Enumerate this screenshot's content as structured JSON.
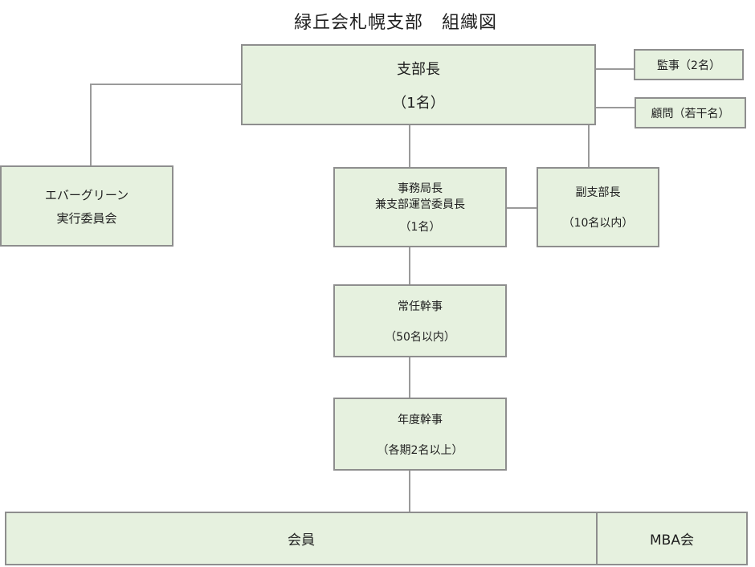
{
  "title": "緑丘会札幌支部　組織図",
  "nodes": {
    "branch_chief": {
      "label": "支部長",
      "count": "（1名）"
    },
    "auditor": {
      "label": "監事（2名）"
    },
    "advisor": {
      "label": "顧問（若干名）"
    },
    "evergreen": {
      "line1": "エバーグリーン",
      "line2": "実行委員会"
    },
    "secretary": {
      "line1": "事務局長",
      "line2": "兼支部運営委員長",
      "count": "（1名）"
    },
    "vice_chief": {
      "label": "副支部長",
      "count": "（10名以内）"
    },
    "standing_secretary": {
      "label": "常任幹事",
      "count": "（50名以内）"
    },
    "annual_secretary": {
      "label": "年度幹事",
      "count": "（各期2名以上）"
    },
    "members": {
      "label": "会員"
    },
    "mba": {
      "label": "MBA会"
    }
  }
}
